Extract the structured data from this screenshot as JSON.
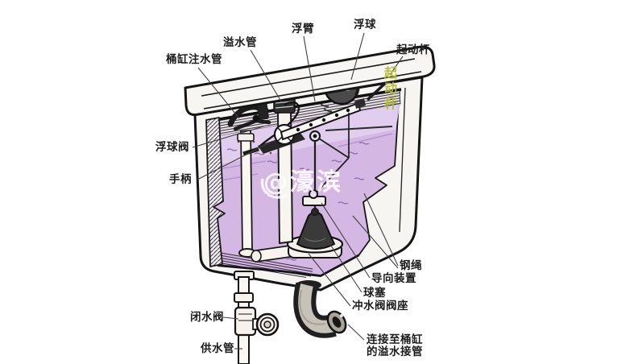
{
  "diagram": {
    "subject": "toilet-cistern-cutaway",
    "watermark": {
      "text": "@濠滨"
    },
    "embedded_label": {
      "text": "起动杆"
    },
    "labels": {
      "overflow_pipe": "溢水管",
      "float_arm": "浮臂",
      "float_ball": "浮球",
      "trip_lever": "起动杆",
      "tank_fill_pipe": "桶缸注水管",
      "float_ball_valve": "浮球阀",
      "handle": "手柄",
      "steel_rope": "钢绳",
      "guide_device": "导向装置",
      "ball_plug": "球塞",
      "flush_valve_seat": "冲水阀阀座",
      "overflow_connector_line1": "连接至桶缸",
      "overflow_connector_line2": "的溢水接管",
      "shutoff_valve": "闭水阀",
      "supply_pipe": "供水管"
    },
    "colors": {
      "background": "#ffffff",
      "tank_fill": "#f7f5f1",
      "line": "#1a1a1a",
      "water": "#d5b7e3",
      "water_surface": "#e2cfee",
      "float_ball": "#4a4a4a",
      "elbow_pipe": "#c7c2b8",
      "embedded_label": "#b2bb2e",
      "watermark": "#ffffff"
    }
  }
}
